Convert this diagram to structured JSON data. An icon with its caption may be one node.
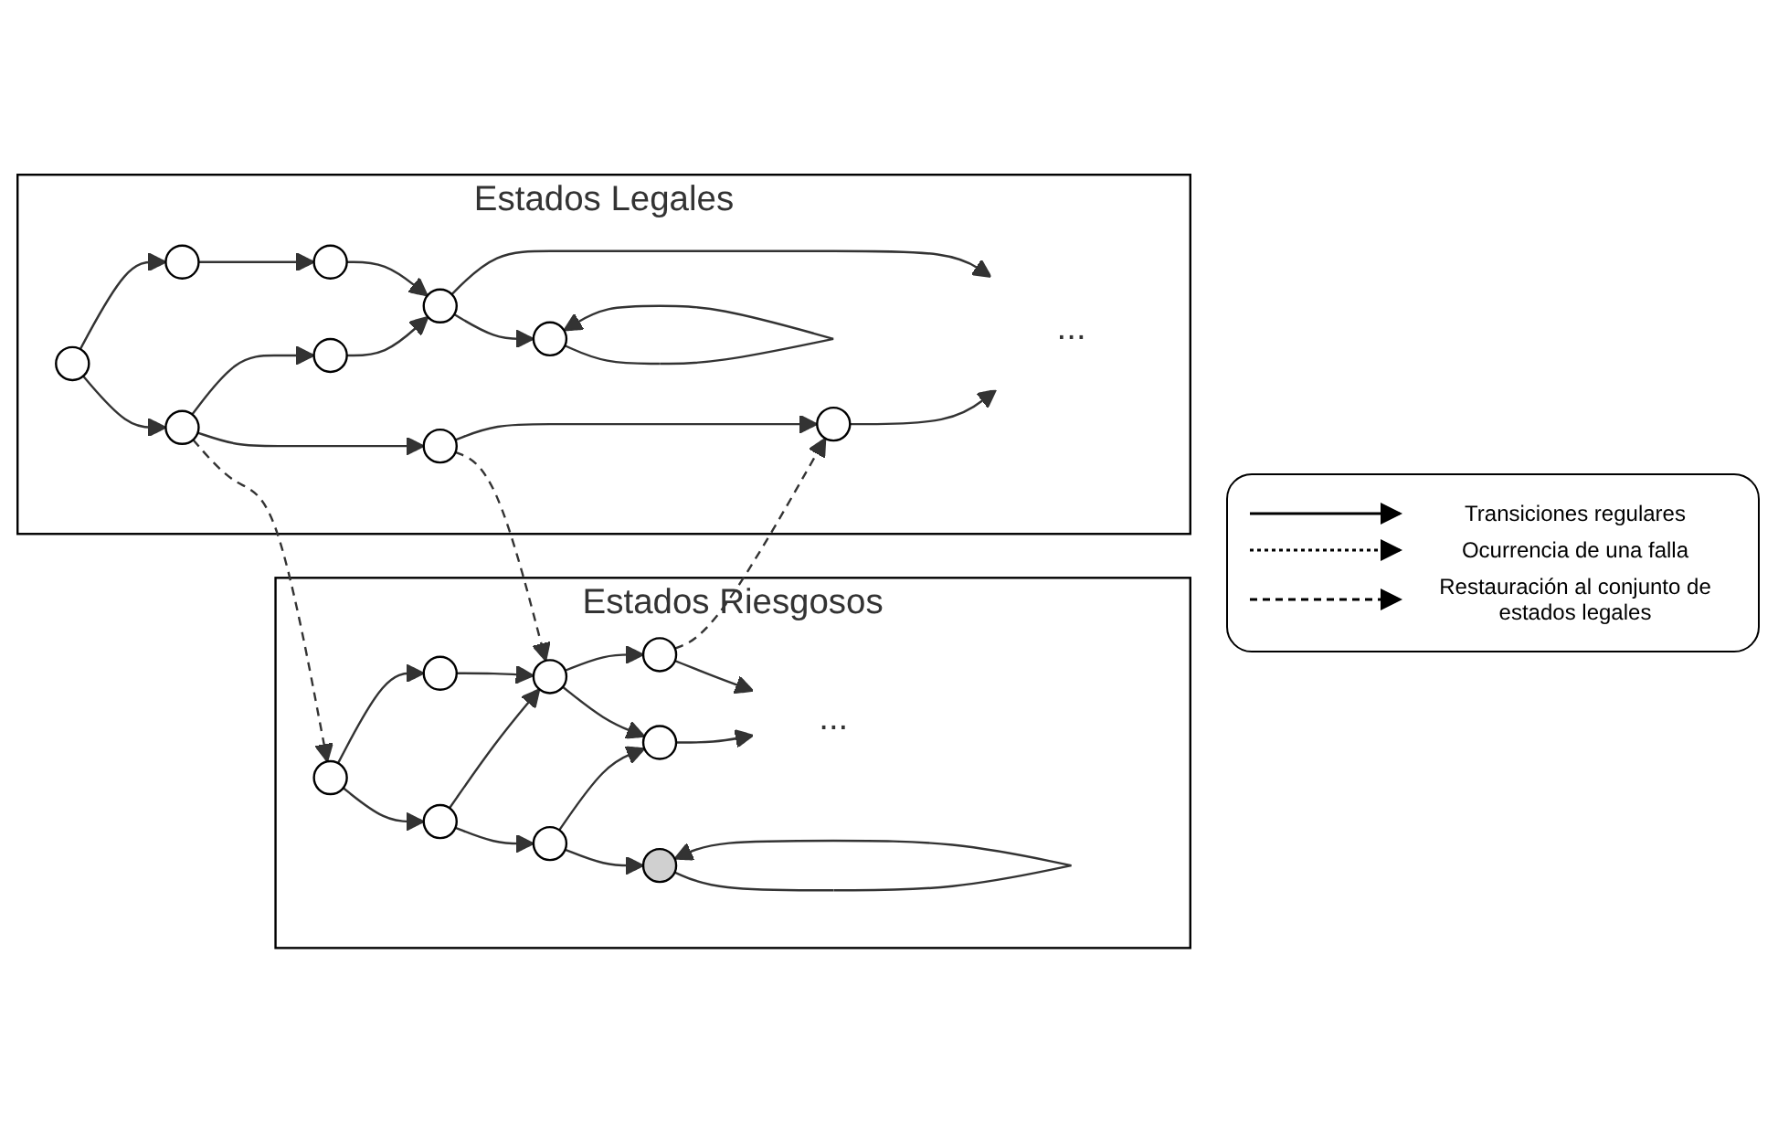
{
  "diagram": {
    "nodes": [
      {
        "text": [
          "Estados Riesgosos"
        ]
      },
      {
        "text": [],
        "shape": "circle",
        "in": 0
      },
      {
        "text": [],
        "shape": "circle",
        "in": 0
      },
      {
        "text": [],
        "shape": "circle",
        "in": 0
      },
      {
        "text": [],
        "shape": "circle",
        "in": 0
      },
      {
        "text": [],
        "shape": "circle",
        "in": 0
      },
      {
        "text": [],
        "shape": "circle",
        "in": 0
      },
      {
        "text": [],
        "shape": "circle",
        "in": 0
      },
      {
        "text": [],
        "shape": "circle",
        "in": 0
      },
      {
        "text": [
          "..."
        ],
        "in": 0
      },
      {
        "text": [
          "Estados Legales"
        ]
      },
      {
        "text": [],
        "shape": "circle",
        "in": 10
      },
      {
        "text": [],
        "shape": "circle",
        "in": 10
      },
      {
        "text": [],
        "shape": "circle",
        "in": 10
      },
      {
        "text": [],
        "shape": "circle",
        "in": 10
      },
      {
        "text": [],
        "shape": "circle",
        "in": 10
      },
      {
        "text": [],
        "shape": "circle",
        "in": 10
      },
      {
        "text": [],
        "shape": "circle",
        "in": 10
      },
      {
        "text": [],
        "shape": "circle",
        "in": 10
      },
      {
        "text": [
          "..."
        ],
        "in": 10
      },
      {
        "text": [],
        "shape": "circle",
        "in": 10
      }
    ],
    "edges": [
      {
        "from": 1,
        "to": 2,
        "arrow": "to"
      },
      {
        "from": 1,
        "to": 3,
        "arrow": "to"
      },
      {
        "from": 2,
        "to": 4,
        "arrow": "to"
      },
      {
        "from": 2,
        "to": 5,
        "arrow": "to"
      },
      {
        "from": 3,
        "to": 5,
        "arrow": "to"
      },
      {
        "from": 4,
        "to": 6,
        "arrow": "to"
      },
      {
        "from": 4,
        "to": 7,
        "arrow": "to"
      },
      {
        "from": 5,
        "to": 7,
        "arrow": "to"
      },
      {
        "from": 5,
        "to": 8,
        "arrow": "to"
      },
      {
        "from": 6,
        "to": 6,
        "arrow": "to"
      },
      {
        "from": 7,
        "to": 9,
        "arrow": "to"
      },
      {
        "from": 8,
        "to": 9,
        "arrow": "to"
      },
      {
        "from": 11,
        "to": 12,
        "arrow": "to"
      },
      {
        "from": 11,
        "to": 13,
        "arrow": "to"
      },
      {
        "from": 12,
        "to": 14,
        "arrow": "to"
      },
      {
        "from": 12,
        "to": 15,
        "arrow": "to"
      },
      {
        "from": 13,
        "to": 16,
        "arrow": "to"
      },
      {
        "from": 14,
        "to": 17,
        "arrow": "to"
      },
      {
        "from": 15,
        "to": 18,
        "arrow": "to"
      },
      {
        "from": 16,
        "to": 18,
        "arrow": "to"
      },
      {
        "from": 17,
        "to": 19,
        "arrow": "to"
      },
      {
        "from": 18,
        "to": 19,
        "arrow": "to"
      },
      {
        "from": 18,
        "to": 20,
        "arrow": "to"
      },
      {
        "from": 20,
        "to": 20,
        "arrow": "to"
      },
      {
        "from": 12,
        "to": 1,
        "arrow": "to",
        "style": "dashed"
      },
      {
        "from": 14,
        "to": 5,
        "arrow": "to",
        "style": "dashed"
      },
      {
        "from": 8,
        "to": 17,
        "arrow": "to",
        "style": "dashed"
      }
    ],
    "legend": [
      {
        "text": "Transiciones regulares"
      },
      {
        "text": "Ocurrencia de una falla"
      },
      {
        "text": "Restauración al conjunto de estados legales"
      }
    ]
  }
}
